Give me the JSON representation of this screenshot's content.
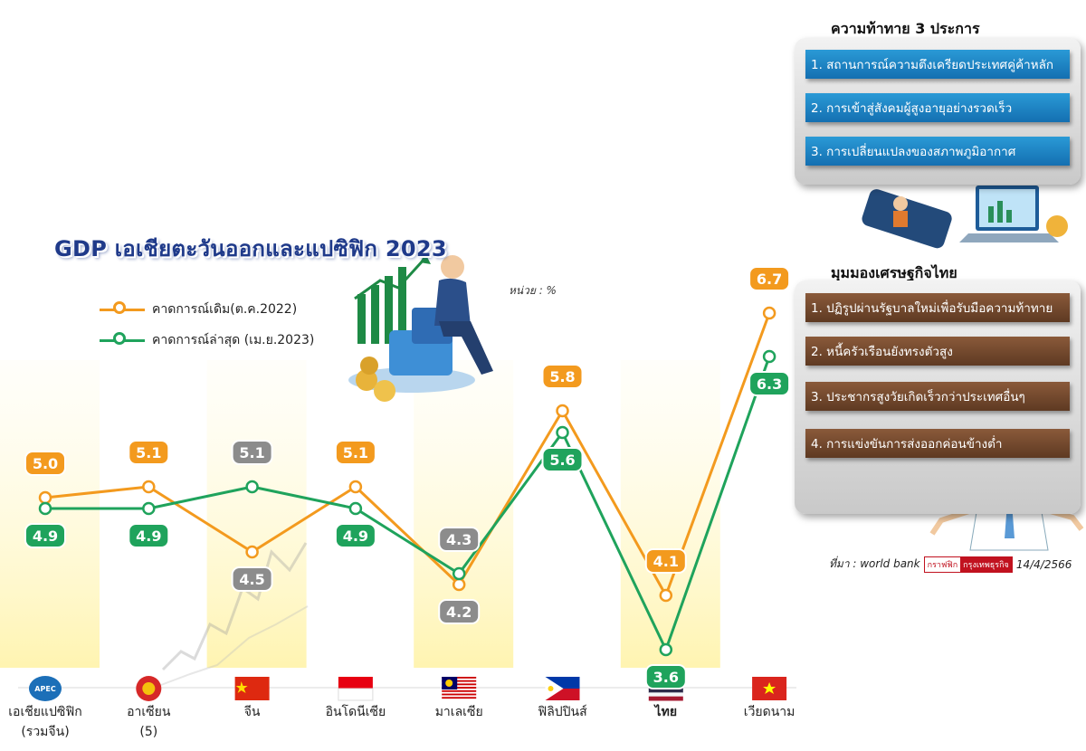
{
  "title": "GDP เอเชียตะวันออกและแปซิฟิก 2023",
  "unit": "หน่วย : %",
  "colors": {
    "old_forecast": "#f39a1e",
    "new_forecast": "#1fa35c",
    "gray_label": "#8c8c8c",
    "title": "#1f3a8a",
    "blue_item": "#1a82c4",
    "brown_item": "#6f4528"
  },
  "chart_data": {
    "type": "line",
    "categories": [
      "เอเชียแปซิฟิก (รวมจีน)",
      "อาเซียน (5)",
      "จีน",
      "อินโดนีเซีย",
      "มาเลเซีย",
      "ฟิลิปปินส์",
      "ไทย",
      "เวียดนาม"
    ],
    "category_lines": [
      [
        "เอเชียแปซิฟิก",
        "(รวมจีน)"
      ],
      [
        "อาเซียน",
        "(5)"
      ],
      [
        "จีน"
      ],
      [
        "อินโดนีเซีย"
      ],
      [
        "มาเลเซีย"
      ],
      [
        "ฟิลิปปินส์"
      ],
      [
        "ไทย"
      ],
      [
        "เวียดนาม"
      ]
    ],
    "series": [
      {
        "name": "คาดการณ์เดิม(ต.ค.2022)",
        "values": [
          5.0,
          5.1,
          4.5,
          5.1,
          4.2,
          5.8,
          4.1,
          6.7
        ]
      },
      {
        "name": "คาดการณ์ล่าสุด (เม.ย.2023)",
        "values": [
          4.9,
          4.9,
          5.1,
          4.9,
          4.3,
          5.6,
          3.6,
          6.3
        ]
      }
    ],
    "value_labels": [
      [
        "5.0",
        "5.1",
        "4.5",
        "5.1",
        "4.2",
        "5.8",
        "4.1",
        "6.7"
      ],
      [
        "4.9",
        "4.9",
        "5.1",
        "4.9",
        "4.3",
        "5.6",
        "3.6",
        "6.3"
      ]
    ],
    "ylim": [
      3.0,
      7.5
    ],
    "legend_position": "top-left",
    "grid": false
  },
  "challenges": {
    "heading": "ความท้าทาย 3 ประการ",
    "items": [
      "1. สถานการณ์ความตึงเครียดประเทศคู่ค้าหลัก",
      "2. การเข้าสู่สังคมผู้สูงอายุอย่างรวดเร็ว",
      "3. การเปลี่ยนแปลงของสภาพภูมิอากาศ"
    ]
  },
  "thai_outlook": {
    "heading": "มุมมองเศรษฐกิจไทย",
    "items": [
      "1. ปฏิรูปผ่านรัฐบาลใหม่เพื่อรับมือความท้าทาย",
      "2. หนี้ครัวเรือนยังทรงตัวสูง",
      "3. ประชากรสูงวัยเกิดเร็วกว่าประเทศอื่นๆ",
      "4. การแข่งขันการส่งออกค่อนข้างต่ำ"
    ]
  },
  "source": {
    "prefix": "ที่มา : world bank",
    "logo_left": "กราฟฟิก",
    "logo_right": "กรุงเทพธุรกิจ",
    "date": "14/4/2566"
  },
  "icons": {
    "flags": [
      "apec-logo-icon",
      "asean-logo-icon",
      "china-flag-icon",
      "indonesia-flag-icon",
      "malaysia-flag-icon",
      "philippines-flag-icon",
      "thailand-flag-icon",
      "vietnam-flag-icon"
    ],
    "apec_text": "APEC"
  }
}
